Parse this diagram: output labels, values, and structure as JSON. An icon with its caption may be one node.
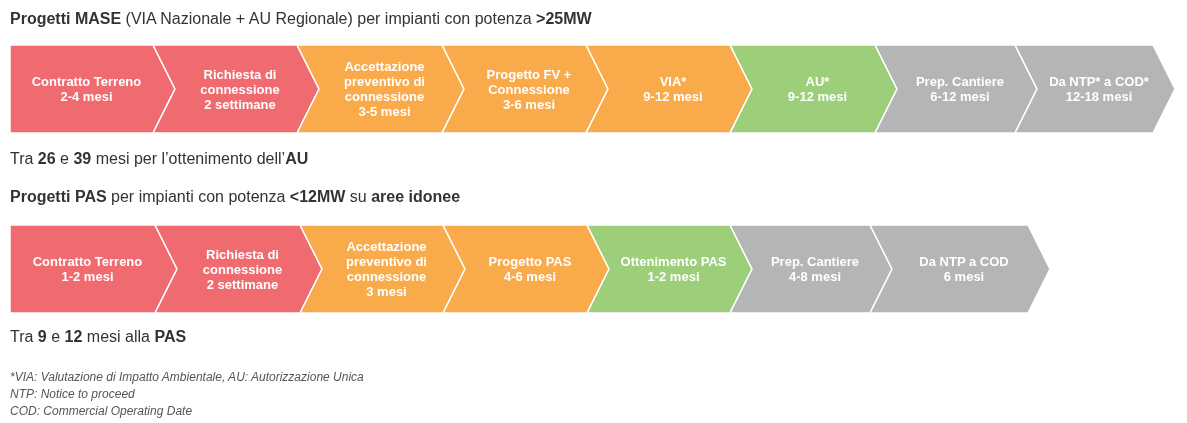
{
  "diagram": {
    "nodes": [
      {
        "text": [
          "Contratto Terreno",
          "2-4 mesi"
        ]
      },
      {
        "text": [
          "Richiesta di connessione",
          "2 settimane"
        ]
      },
      {
        "text": [
          "Accettazione preventivo di connessione",
          "3-5 mesi"
        ]
      },
      {
        "text": [
          "Progetto FV + Connessione",
          "3-6 mesi"
        ]
      },
      {
        "text": [
          "VIA*",
          "9-12 mesi"
        ]
      },
      {
        "text": [
          "AU*",
          "9-12 mesi"
        ]
      },
      {
        "text": [
          "Prep. Cantiere",
          "6-12 mesi"
        ]
      },
      {
        "text": [
          "Da NTP* a COD*",
          "12-18 mesi"
        ]
      },
      {
        "text": [
          "Contratto Terreno",
          "1-2 mesi"
        ]
      },
      {
        "text": [
          "Richiesta di connessione",
          "2 settimane"
        ]
      },
      {
        "text": [
          "Accettazione preventivo di connessione",
          "3 mesi"
        ]
      },
      {
        "text": [
          "Progetto PAS",
          "4-6 mesi"
        ]
      },
      {
        "text": [
          "Ottenimento PAS",
          "1-2 mesi"
        ]
      },
      {
        "text": [
          "Prep. Cantiere",
          "4-8 mesi"
        ]
      },
      {
        "text": [
          "Da NTP a COD",
          "6 mesi"
        ]
      }
    ],
    "labels": [
      "**Progetti MASE** (VIA Nazionale + AU Regionale) per impianti con potenza **>25MW**",
      "Tra **26** e **39** mesi per l’ottenimento dell’**AU**",
      "**Progetti PAS** per impianti con potenza **<12MW** su **aree idonee**",
      "Tra **9** e **12** mesi alla **PAS**",
      "*VIA: Valutazione di Impatto Ambientale, AU: Autorizzazione Unica",
      "NTP: Notice to proceed",
      "COD: Commercial Operating Date"
    ]
  }
}
